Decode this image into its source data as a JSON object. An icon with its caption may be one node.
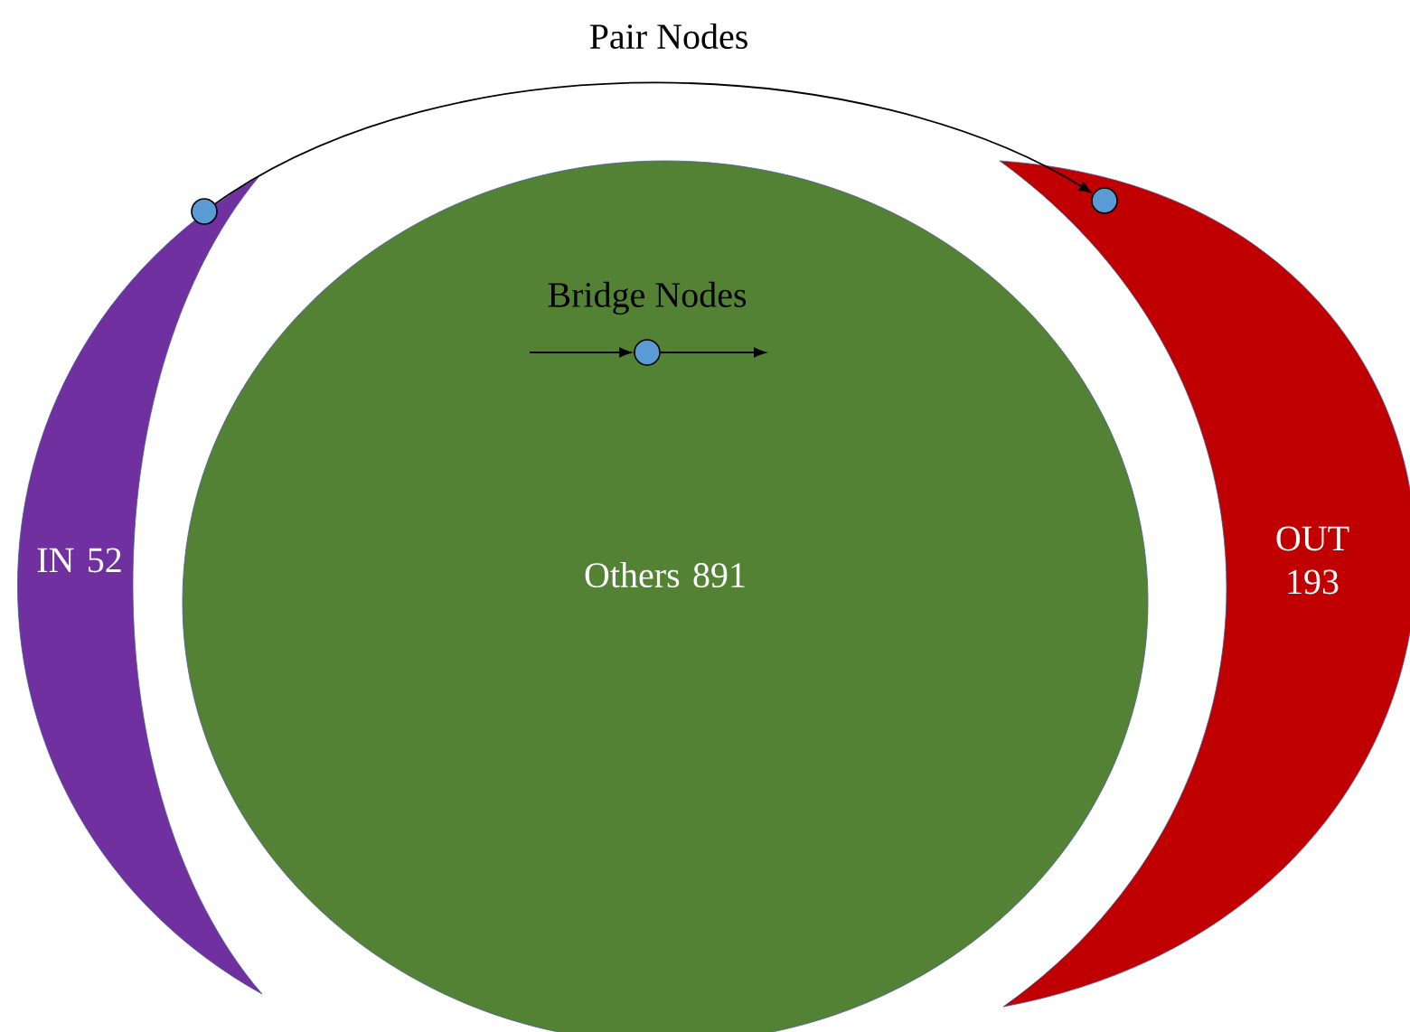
{
  "diagram": {
    "nodes": [
      {
        "text": [
          "IN 52"
        ]
      },
      {
        "text": [
          "Others 891"
        ]
      },
      {
        "text": [
          "OUT 193"
        ]
      },
      {
        "text": [],
        "shape": "circle",
        "in": 0
      },
      {
        "text": [],
        "shape": "circle",
        "in": 2
      },
      {
        "text": [],
        "shape": "circle",
        "in": 1,
        "beside": [
          "Bridge Nodes"
        ]
      }
    ],
    "edges": [
      {
        "from": 3,
        "to": 4,
        "arrow": "to",
        "label": "Pair Nodes"
      },
      {
        "from": null,
        "to": 5,
        "arrow": "to"
      },
      {
        "from": 5,
        "to": null,
        "arrow": "to"
      }
    ]
  }
}
